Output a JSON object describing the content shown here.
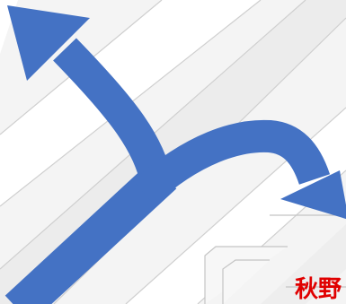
{
  "caption": {
    "text": "秋野",
    "color": "#e00000"
  },
  "arrow": {
    "color": "#4472c4",
    "directions": [
      "up-left",
      "right-down"
    ]
  },
  "background": {
    "base_color": "#f2f2f2",
    "stripe_color": "#ffffff",
    "line_color": "#c9c9c9"
  }
}
